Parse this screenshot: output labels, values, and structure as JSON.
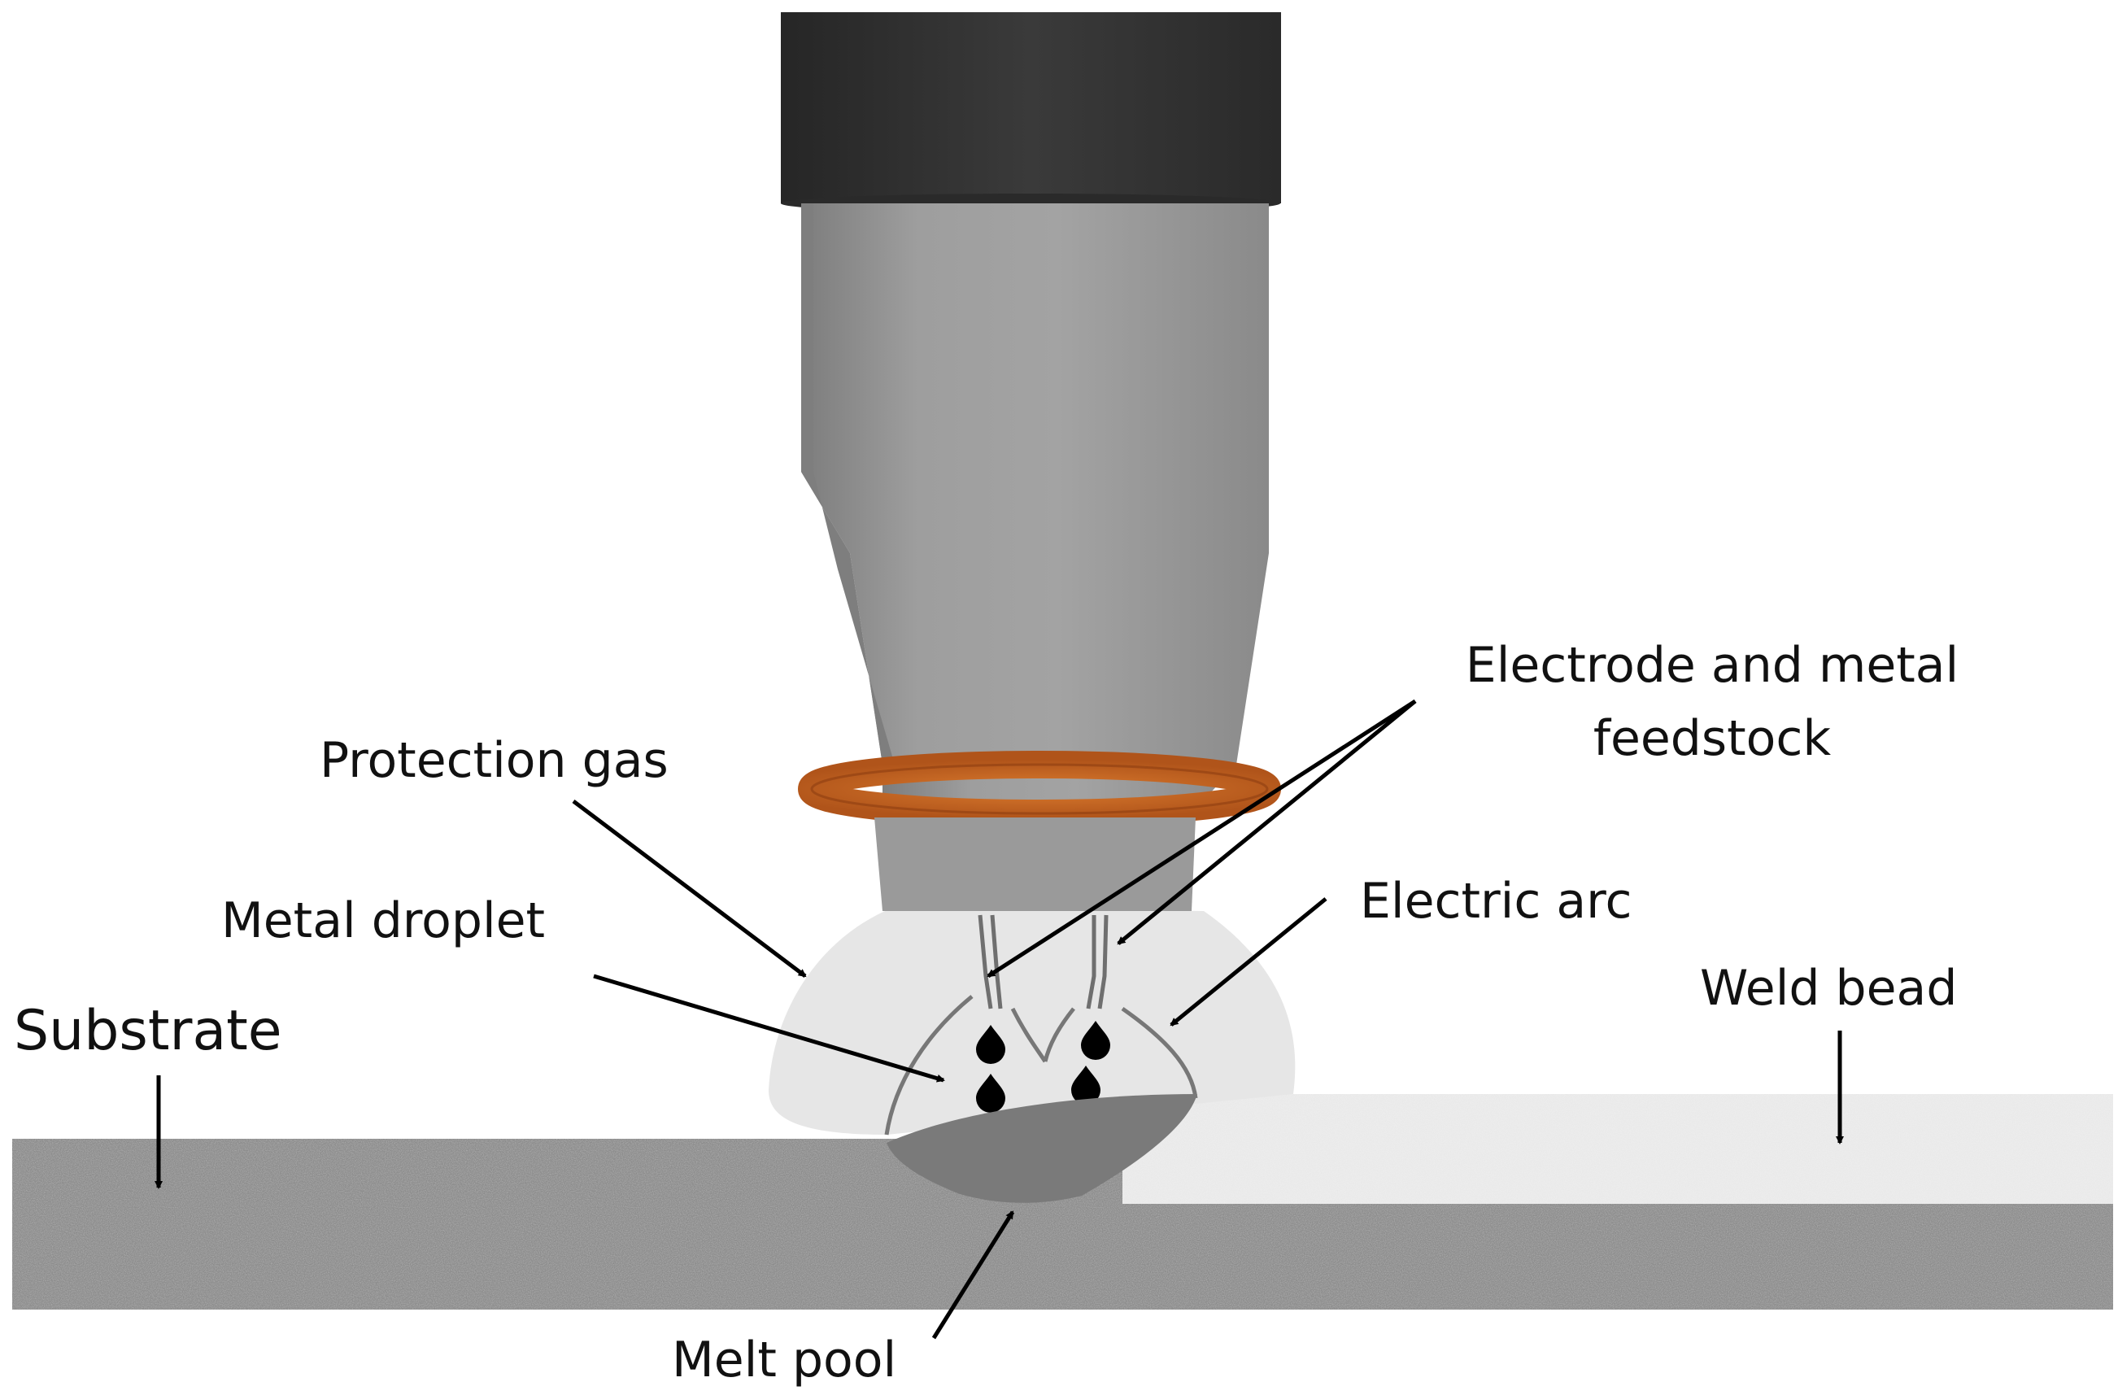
{
  "labels": {
    "protection_gas": "Protection gas",
    "electrode_line1": "Electrode and metal",
    "electrode_line2": "feedstock",
    "metal_droplet": "Metal droplet",
    "electric_arc": "Electric arc",
    "substrate": "Substrate",
    "weld_bead": "Weld bead",
    "melt_pool": "Melt pool"
  },
  "colors": {
    "torch_cap": "#2e2e2e",
    "torch_body": "#9a9a9a",
    "o_ring": "#c8621c",
    "gas_cloud": "#e6e6e6",
    "melt_pool": "#7a7a7a",
    "substrate": "#8c8c8c",
    "weld_bead": "#ececec"
  }
}
